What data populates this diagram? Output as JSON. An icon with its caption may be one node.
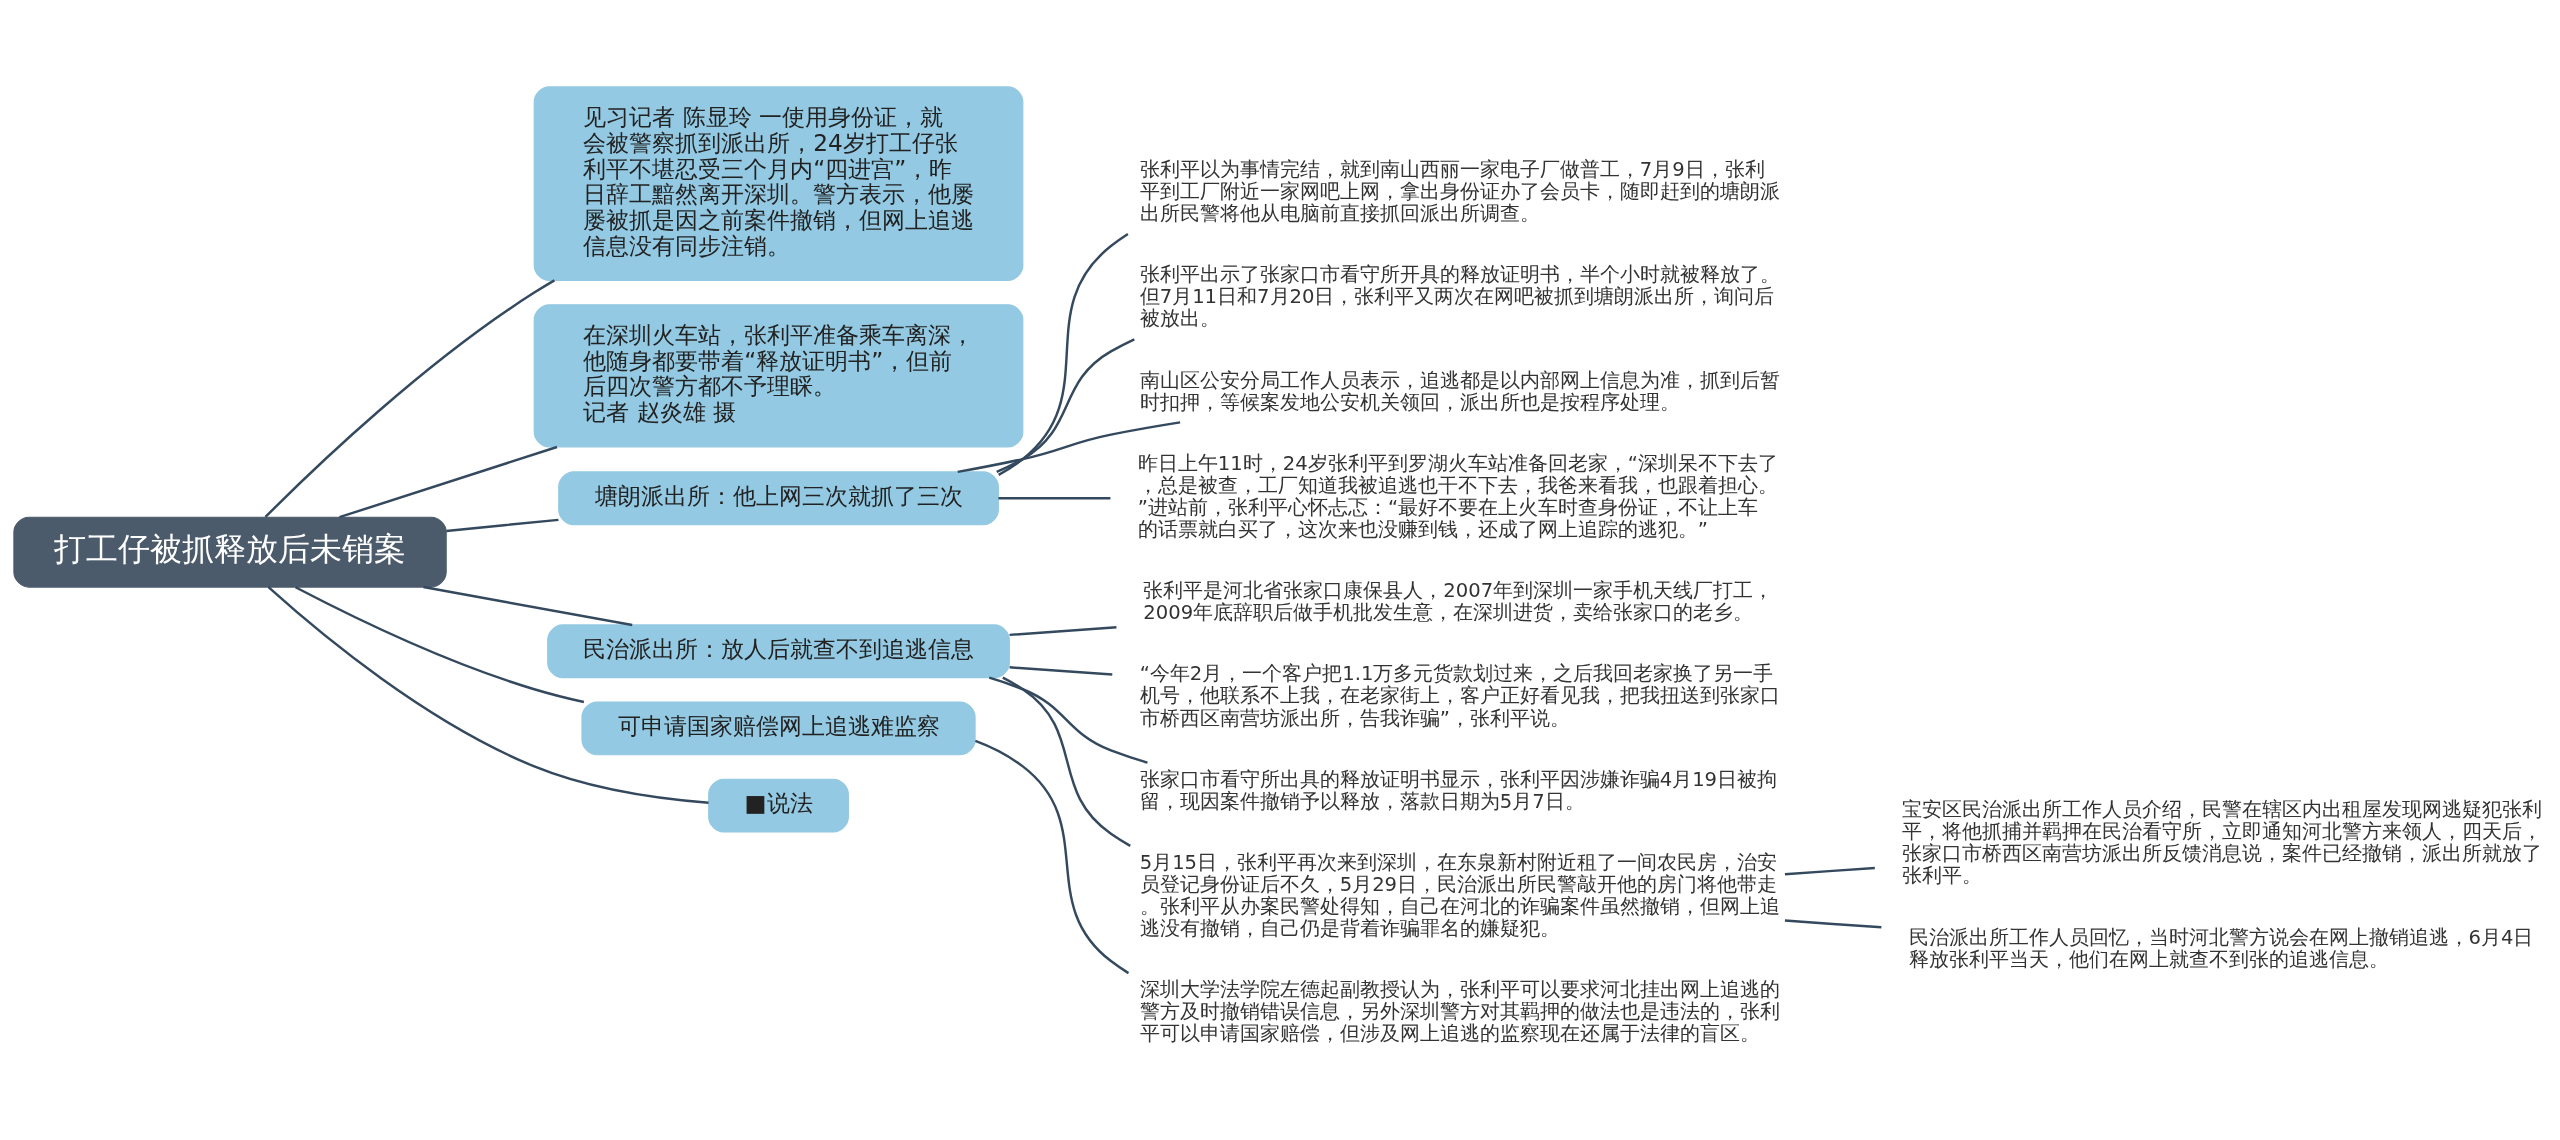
{
  "diagram": {
    "nodes": [
      {
        "text": [
          "打工仔被抓释放后未销案"
        ]
      },
      {
        "text": [
          "见习记者 陈显玲 一使用身份证，就会被警察抓到派出所，24岁打工仔张利平不堪忍受三个月内“四进宫”，昨日辞工黯然离开深圳。警方表示，他屡屡被抓是因之前案件撤销，但网上追逃信息没有同步注销。"
        ]
      },
      {
        "text": [
          "在深圳火车站，张利平准备乘车离深，他随身都要带着“释放证明书”，但前后四次警方都不予理睬。",
          "记者 赵炎雄 摄"
        ]
      },
      {
        "text": [
          "塘朗派出所：他上网三次就抓了三次"
        ]
      },
      {
        "text": [
          "张利平以为事情完结，就到南山西丽一家电子厂做普工，7月9日，张利平到工厂附近一家网吧上网，拿出身份证办了会员卡，随即赶到的塘朗派出所民警将他从电脑前直接抓回派出所调查。"
        ]
      },
      {
        "text": [
          "张利平出示了张家口市看守所开具的释放证明书，半个小时就被释放了。但7月11日和7月20日，张利平又两次在网吧被抓到塘朗派出所，询问后被放出。"
        ]
      },
      {
        "text": [
          "南山区公安分局工作人员表示，追逃都是以内部网上信息为准，抓到后暂时扣押，等候案发地公安机关领回，派出所也是按程序处理。"
        ]
      },
      {
        "text": [
          "昨日上午11时，24岁张利平到罗湖火车站准备回老家，“深圳呆不下去了，总是被查，工厂知道我被追逃也干不下去，我爸来看我，也跟着担心。”进站前，张利平心怀忐忑：“最好不要在上火车时查身份证，不让上车的话票就白买了，这次来也没赚到钱，还成了网上追踪的逃犯。”"
        ]
      },
      {
        "text": [
          "民治派出所：放人后就查不到追逃信息"
        ]
      },
      {
        "text": [
          "张利平是河北省张家口康保县人，2007年到深圳一家手机天线厂打工，2009年底辞职后做手机批发生意，在深圳进货，卖给张家口的老乡。"
        ]
      },
      {
        "text": [
          "“今年2月，一个客户把1.1万多元货款划过来，之后我回老家换了另一手机号，他联系不上我，在老家街上，客户正好看见我，把我扭送到张家口市桥西区南营坊派出所，告我诈骗”，张利平说。"
        ]
      },
      {
        "text": [
          "张家口市看守所出具的释放证明书显示，张利平因涉嫌诈骗4月19日被拘留，现因案件撤销予以释放，落款日期为5月7日。"
        ]
      },
      {
        "text": [
          "5月15日，张利平再次来到深圳，在东泉新村附近租了一间农民房，治安员登记身份证后不久，5月29日，民治派出所民警敲开他的房门将他带走。张利平从办案民警处得知，自己在河北的诈骗案件虽然撤销，但网上追逃没有撤销，自己仍是背着诈骗罪名的嫌疑犯。"
        ]
      },
      {
        "text": [
          "宝安区民治派出所工作人员介绍，民警在辖区内出租屋发现网逃疑犯张利平，将他抓捕并羁押在民治看守所，立即通知河北警方来领人，四天后，张家口市桥西区南营坊派出所反馈消息说，案件已经撤销，派出所就放了张利平。"
        ]
      },
      {
        "text": [
          "民治派出所工作人员回忆，当时河北警方说会在网上撤销追逃，6月4日释放张利平当天，他们在网上就查不到张的追逃信息。"
        ]
      },
      {
        "text": [
          "可申请国家赔偿网上追逃难监察"
        ]
      },
      {
        "text": [
          "深圳大学法学院左德起副教授认为，张利平可以要求河北挂出网上追逃的警方及时撤销错误信息，另外深圳警方对其羁押的做法也是违法的，张利平可以申请国家赔偿，但涉及网上追逃的监察现在还属于法律的盲区。"
        ]
      },
      {
        "text": [
          "■说法"
        ]
      }
    ],
    "edges": [
      {
        "from": 0,
        "to": 1,
        "arrow": "none"
      },
      {
        "from": 0,
        "to": 2,
        "arrow": "none"
      },
      {
        "from": 0,
        "to": 3,
        "arrow": "none"
      },
      {
        "from": 3,
        "to": 4,
        "arrow": "none"
      },
      {
        "from": 3,
        "to": 5,
        "arrow": "none"
      },
      {
        "from": 3,
        "to": 6,
        "arrow": "none"
      },
      {
        "from": 3,
        "to": 7,
        "arrow": "none"
      },
      {
        "from": 0,
        "to": 8,
        "arrow": "none"
      },
      {
        "from": 8,
        "to": 9,
        "arrow": "none"
      },
      {
        "from": 8,
        "to": 10,
        "arrow": "none"
      },
      {
        "from": 8,
        "to": 11,
        "arrow": "none"
      },
      {
        "from": 8,
        "to": 12,
        "arrow": "none"
      },
      {
        "from": 12,
        "to": 13,
        "arrow": "none"
      },
      {
        "from": 12,
        "to": 14,
        "arrow": "none"
      },
      {
        "from": 0,
        "to": 15,
        "arrow": "none"
      },
      {
        "from": 15,
        "to": 16,
        "arrow": "none"
      },
      {
        "from": 0,
        "to": 17,
        "arrow": "none"
      }
    ]
  }
}
